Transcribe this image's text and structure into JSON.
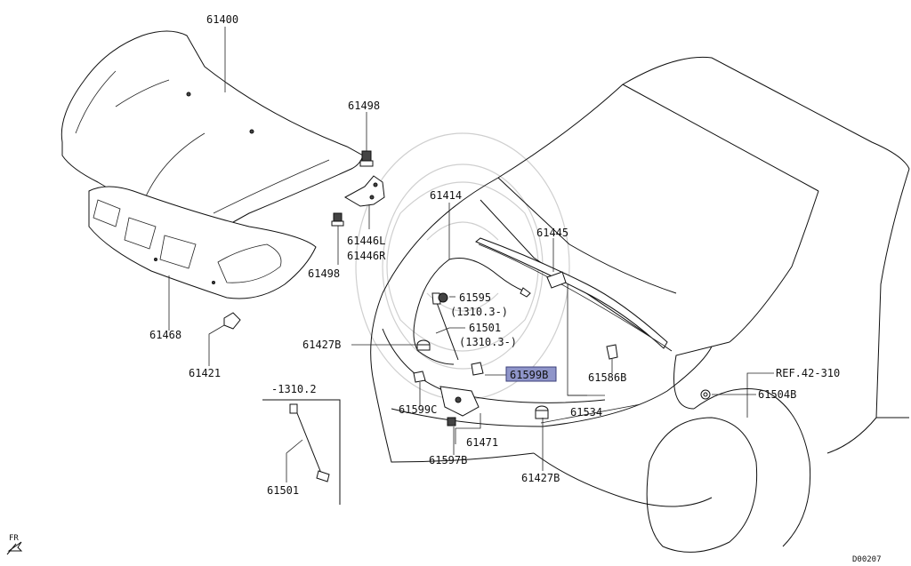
{
  "labels": {
    "l61400": "61400",
    "l61498a": "61498",
    "l61498b": "61498",
    "l61446L": "61446L",
    "l61446R": "61446R",
    "l61414": "61414",
    "l61445": "61445",
    "l61595": "61595",
    "l61595_note": "(1310.3-)",
    "l61501": "61501",
    "l61501_note": "(1310.3-)",
    "l61427B_a": "61427B",
    "l61599B": "61599B",
    "l61599C": "61599C",
    "l61471": "61471",
    "l61597B": "61597B",
    "l61427B_b": "61427B",
    "l61586B": "61586B",
    "l61534": "61534",
    "l61468": "61468",
    "l61421": "61421",
    "inset_note": "-1310.2",
    "l61501_inset": "61501",
    "ref": "REF.42-310",
    "l61504B": "61504B",
    "fr": "FR",
    "code": "D00207"
  },
  "highlight_color": "#8f95c9"
}
